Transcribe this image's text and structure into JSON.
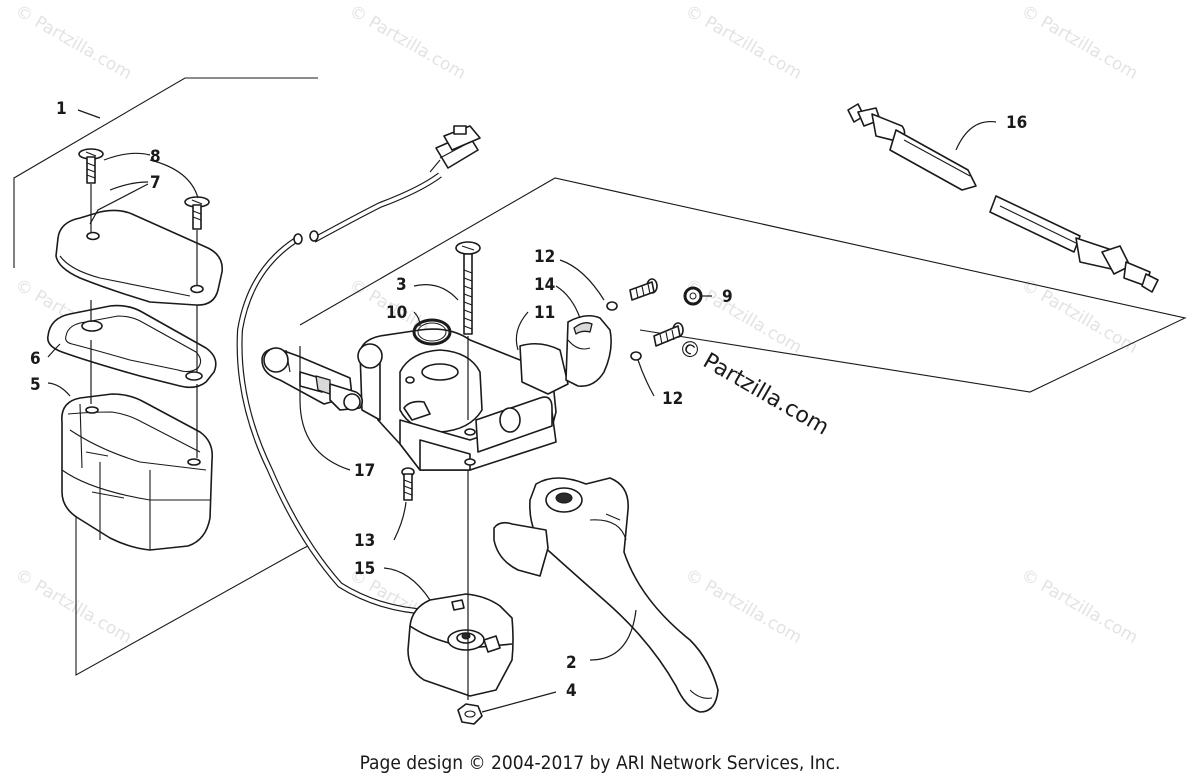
{
  "watermark": {
    "text": "© Partzilla.com"
  },
  "brand_watermark": "© Partzilla.com",
  "callouts": [
    "1",
    "2",
    "3",
    "4",
    "5",
    "6",
    "7",
    "8",
    "9",
    "10",
    "11",
    "12",
    "12",
    "13",
    "14",
    "15",
    "16",
    "17"
  ],
  "footer": "Page design © 2004-2017 by ARI Network Services, Inc."
}
